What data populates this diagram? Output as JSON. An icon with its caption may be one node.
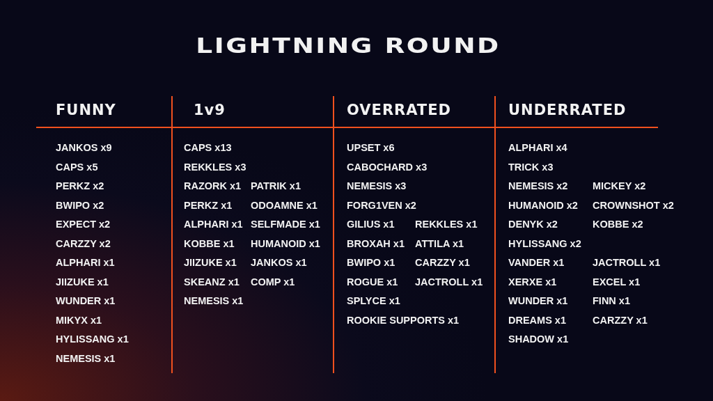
{
  "diagram": {
    "title": "LIGHTNING ROUND",
    "labels": [
      "FUNNY",
      "1v9",
      "OVERRATED",
      "UNDERRATED",
      "JANKOS x9",
      "CAPS x5",
      "PERKZ x2",
      "BWIPO x2",
      "EXPECT x2",
      "CARZZY x2",
      "ALPHARI x1",
      "JIIZUKE x1",
      "WUNDER x1",
      "MIKYX x1",
      "HYLISSANG x1",
      "NEMESIS x1",
      "CAPS x13",
      "REKKLES x3",
      "RAZORK x1",
      "PATRIK x1",
      "PERKZ x1",
      "ODOAMNE x1",
      "ALPHARI x1",
      "SELFMADE x1",
      "KOBBE x1",
      "HUMANOID x1",
      "JIIZUKE x1",
      "JANKOS x1",
      "SKEANZ x1",
      "COMP x1",
      "NEMESIS x1",
      "UPSET x6",
      "CABOCHARD x3",
      "NEMESIS x3",
      "FORG1VEN x2",
      "GILIUS x1",
      "REKKLES x1",
      "BROXAH x1",
      "ATTILA x1",
      "BWIPO x1",
      "CARZZY x1",
      "ROGUE x1",
      "JACTROLL x1",
      "SPLYCE x1",
      "ROOKIE SUPPORTS x1",
      "ALPHARI x4",
      "TRICK x3",
      "NEMESIS x2",
      "MICKEY x2",
      "HUMANOID x2",
      "CROWNSHOT x2",
      "DENYK x2",
      "KOBBE x2",
      "HYLISSANG x2",
      "VANDER x1",
      "JACTROLL x1",
      "XERXE x1",
      "EXCEL x1",
      "WUNDER x1",
      "FINN x1",
      "DREAMS x1",
      "CARZZY x1",
      "SHADOW x1"
    ]
  }
}
